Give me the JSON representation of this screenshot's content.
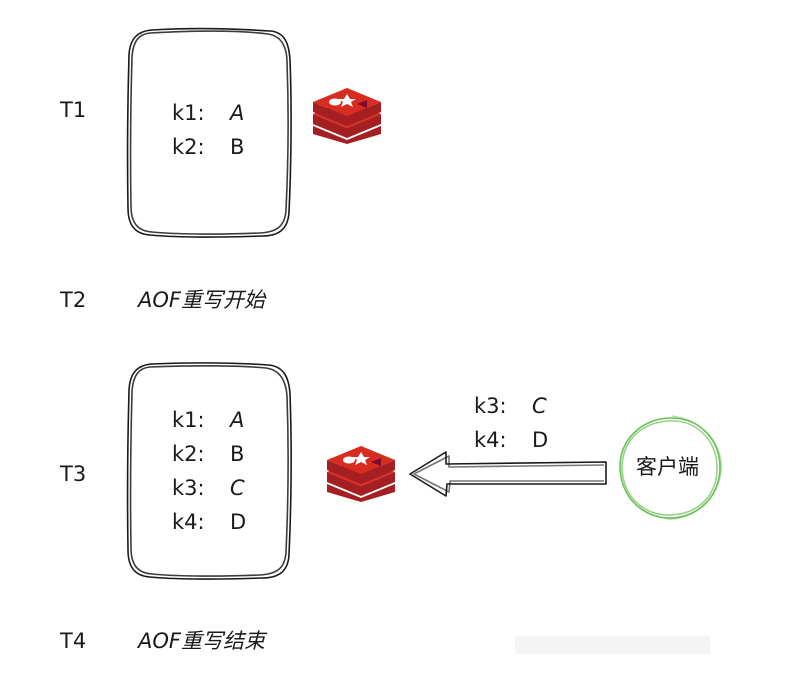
{
  "time_labels": {
    "t1": "T1",
    "t2": "T2",
    "t3": "T3",
    "t4": "T4"
  },
  "events": {
    "rewrite_start": "AOF重写开始",
    "rewrite_end": "AOF重写结束"
  },
  "box1": {
    "rows": [
      {
        "key": "k1:",
        "value": "A"
      },
      {
        "key": "k2:",
        "value": "B"
      }
    ]
  },
  "box2": {
    "rows": [
      {
        "key": "k1:",
        "value": "A"
      },
      {
        "key": "k2:",
        "value": "B"
      },
      {
        "key": "k3:",
        "value": "C"
      },
      {
        "key": "k4:",
        "value": "D"
      }
    ]
  },
  "incoming_writes": [
    {
      "key": "k3:",
      "value": "C"
    },
    {
      "key": "k4:",
      "value": "D"
    }
  ],
  "client": {
    "label": "客户端"
  },
  "colors": {
    "redis_red": "#c6302b",
    "client_green": "#6abf56",
    "ink": "#1a1a1a"
  }
}
